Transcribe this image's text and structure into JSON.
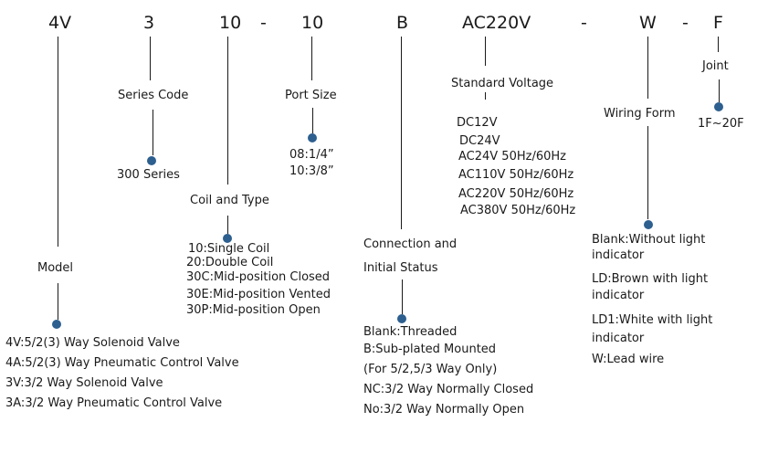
{
  "codes": {
    "model": "4V",
    "series": "3",
    "coil": "10",
    "dash1": "-",
    "port": "10",
    "connection": "B",
    "voltage": "AC220V",
    "dash2": "-",
    "wiring": "W",
    "dash3": "-",
    "joint": "F"
  },
  "labels": {
    "model": "Model",
    "series": "Series Code",
    "coil": "Coil and Type",
    "port": "Port Size",
    "connection_1": "Connection and",
    "connection_2": "Initial Status",
    "voltage": "Standard Voltage",
    "wiring": "Wiring Form",
    "joint": "Joint"
  },
  "options": {
    "model": [
      "4V:5/2(3) Way Solenoid Valve",
      "4A:5/2(3) Way Pneumatic Control Valve",
      "3V:3/2 Way Solenoid Valve",
      "3A:3/2 Way Pneumatic Control Valve"
    ],
    "series": [
      "300 Series"
    ],
    "coil": [
      "10:Single Coil",
      "20:Double Coil",
      "30C:Mid-position Closed",
      "30E:Mid-position Vented",
      "30P:Mid-position Open"
    ],
    "port": [
      "08:1/4”",
      "10:3/8”"
    ],
    "connection": [
      "Blank:Threaded",
      "B:Sub-plated Mounted",
      "(For 5/2,5/3 Way Only)",
      "NC:3/2 Way Normally Closed",
      "No:3/2 Way Normally Open"
    ],
    "voltage": [
      "DC12V",
      "DC24V",
      "AC24V  50Hz/60Hz",
      "AC110V 50Hz/60Hz",
      "AC220V 50Hz/60Hz",
      "AC380V 50Hz/60Hz"
    ],
    "wiring": [
      "Blank:Without light",
      "indicator",
      "LD:Brown with light",
      "indicator",
      "LD1:White with light",
      "indicator",
      "W:Lead wire"
    ],
    "joint": [
      "1F~20F"
    ]
  },
  "colors": {
    "dot": "#2d5f8f",
    "text": "#1a1a1a"
  }
}
